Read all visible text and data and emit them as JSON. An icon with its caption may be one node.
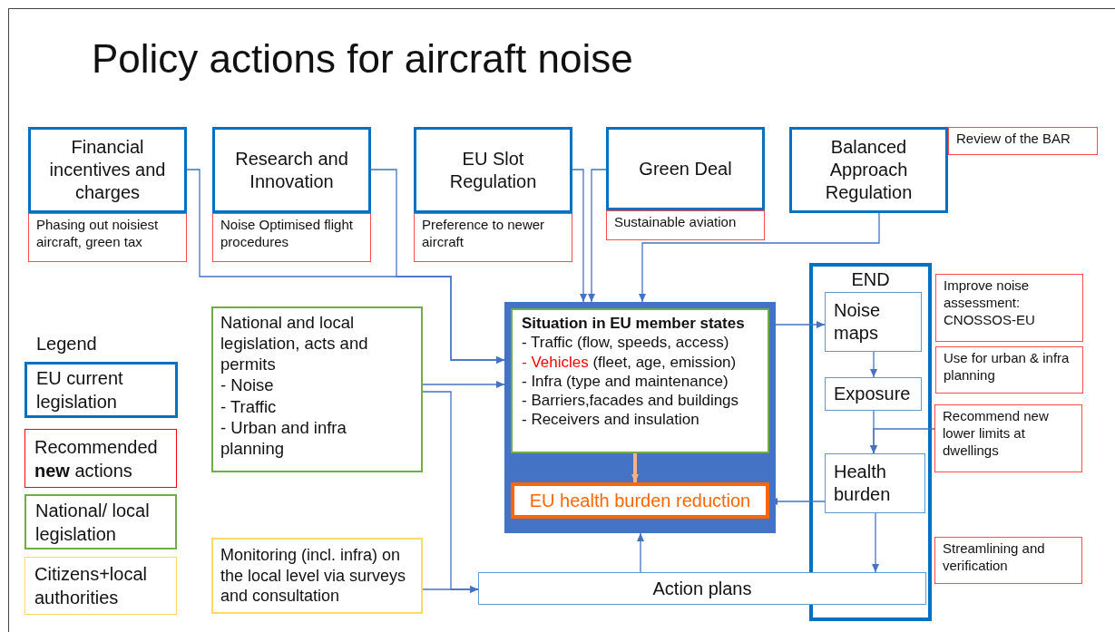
{
  "diagram": {
    "title": "Policy actions for aircraft noise",
    "nodes": [
      {
        "text": [
          "Financial incentives and charges"
        ]
      },
      {
        "text": [
          "Phasing out noisiest aircraft, green tax"
        ]
      },
      {
        "text": [
          "Research and Innovation"
        ]
      },
      {
        "text": [
          "Noise Optimised flight procedures"
        ]
      },
      {
        "text": [
          "EU Slot Regulation"
        ]
      },
      {
        "text": [
          "Preference to newer aircraft"
        ]
      },
      {
        "text": [
          "Green Deal"
        ]
      },
      {
        "text": [
          "Sustainable aviation"
        ]
      },
      {
        "text": [
          "Balanced Approach Regulation"
        ]
      },
      {
        "text": [
          "Review of the BAR"
        ]
      },
      {
        "text": [],
        "shape": "box"
      },
      {
        "text": [
          "Situation in EU member states",
          "- Traffic (flow, speeds, access)",
          "*- Vehicles* (fleet, age, emission)",
          "- Infra (type and maintenance)",
          "- Barriers,facades and buildings",
          "- Receivers and insulation"
        ],
        "in": 10
      },
      {
        "text": [
          "EU health burden reduction"
        ],
        "in": 10
      },
      {
        "text": [
          "National and local legislation, acts and permits",
          "- Noise",
          "- Traffic",
          "- Urban and  infra planning"
        ]
      },
      {
        "text": [
          "Monitoring (incl. infra) on the local level via surveys and consultation"
        ]
      },
      {
        "text": [
          "Action plans"
        ]
      },
      {
        "text": [
          "END"
        ]
      },
      {
        "text": [
          "Noise maps"
        ],
        "in": 16
      },
      {
        "text": [
          "Exposure"
        ],
        "in": 16
      },
      {
        "text": [
          "Health burden"
        ],
        "in": 16
      },
      {
        "text": [
          "Improve noise assessment: CNOSSOS-EU"
        ]
      },
      {
        "text": [
          "Use for urban & infra planning"
        ]
      },
      {
        "text": [
          "Recommend new lower limits at dwellings"
        ]
      },
      {
        "text": [
          "Streamlining and verification"
        ]
      }
    ],
    "edges": [
      {
        "from": 0,
        "to": 10,
        "arrow": "to"
      },
      {
        "from": 2,
        "to": 10,
        "arrow": "to"
      },
      {
        "from": 4,
        "to": 10,
        "arrow": "to"
      },
      {
        "from": 6,
        "to": 10,
        "arrow": "to"
      },
      {
        "from": 8,
        "to": 10,
        "arrow": "to"
      },
      {
        "from": 13,
        "to": 10,
        "arrow": "to"
      },
      {
        "from": 13,
        "to": 15,
        "arrow": "to"
      },
      {
        "from": 14,
        "to": 15,
        "arrow": "to"
      },
      {
        "from": 15,
        "to": 10,
        "arrow": "to"
      },
      {
        "from": 11,
        "to": 17,
        "arrow": "to"
      },
      {
        "from": 17,
        "to": 18,
        "arrow": "to"
      },
      {
        "from": 18,
        "to": 19,
        "arrow": "to"
      },
      {
        "from": 22,
        "to": 19,
        "arrow": "to"
      },
      {
        "from": 19,
        "to": 12,
        "arrow": "to"
      },
      {
        "from": 19,
        "to": 15,
        "arrow": "to"
      },
      {
        "from": 11,
        "to": 12,
        "arrow": "to",
        "style": "thick",
        "color": "#f4b183"
      }
    ],
    "labels": [
      "Legend"
    ],
    "legend": [
      {
        "text": "EU current legislation",
        "color": "#0070c0"
      },
      {
        "text": "Recommended **new** actions",
        "color": "#ff0000"
      },
      {
        "text": "National/ local legislation",
        "color": "#70ad47"
      },
      {
        "text": "Citizens+local authorities",
        "color": "#ffd966"
      }
    ]
  }
}
